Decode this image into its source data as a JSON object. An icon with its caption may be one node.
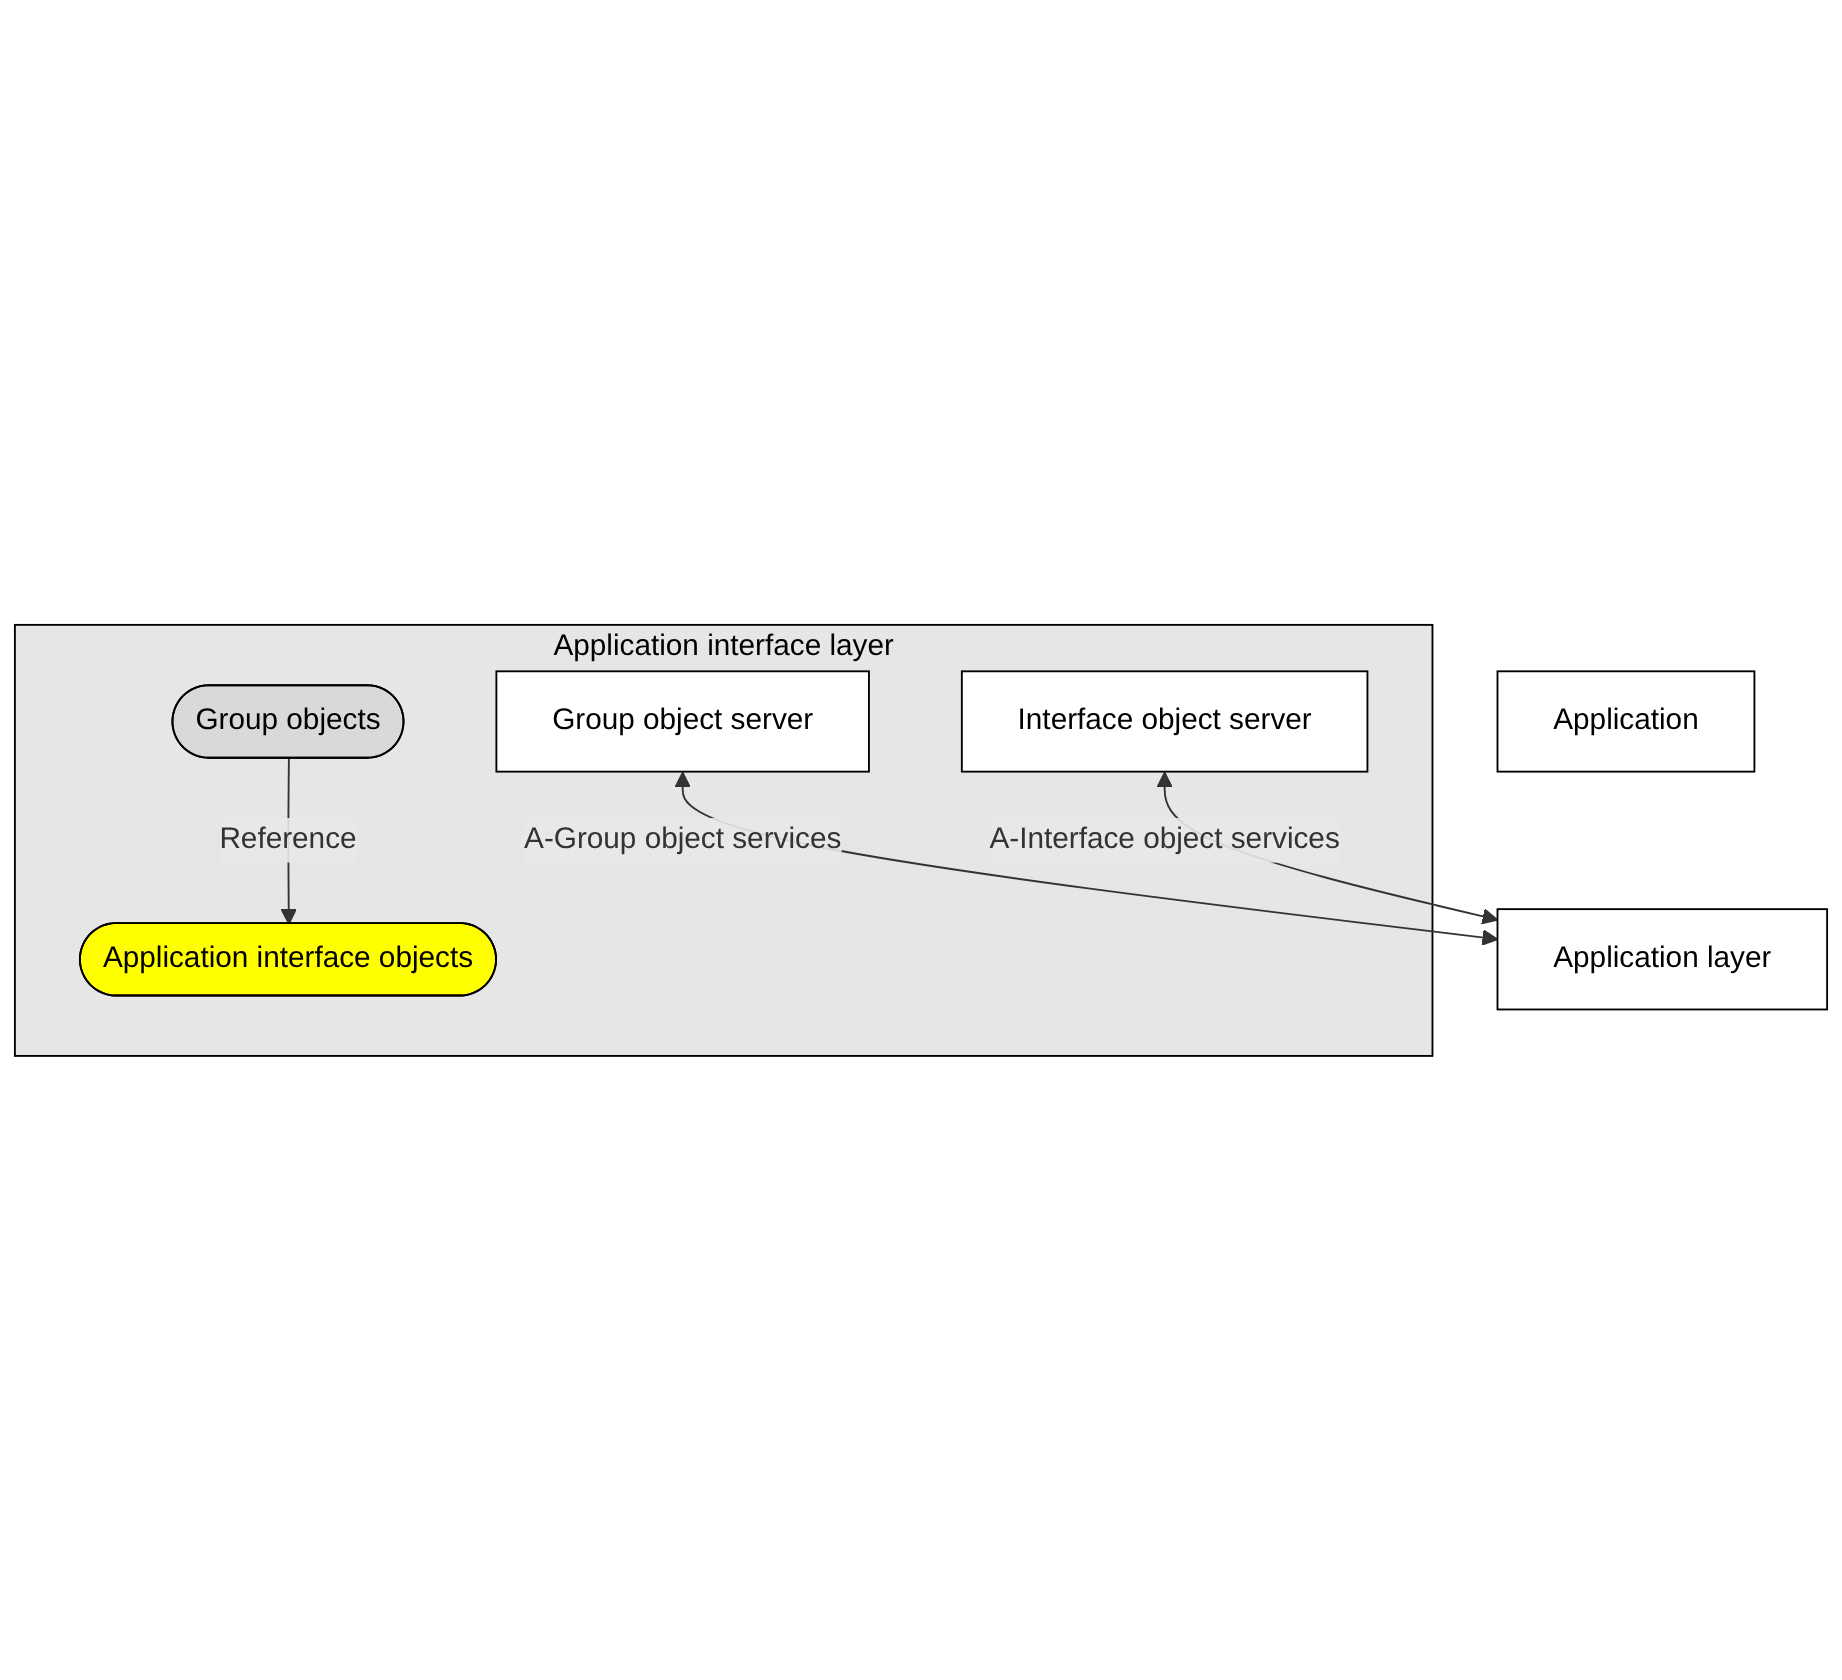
{
  "diagram": {
    "nodes": [
      {
        "text": [
          "Application"
        ]
      },
      {
        "text": [
          "Application interface layer"
        ]
      },
      {
        "text": [
          "Group objects"
        ],
        "in": 1
      },
      {
        "text": [
          "Application interface objects"
        ],
        "in": 1
      },
      {
        "text": [
          "Group object server"
        ],
        "in": 1
      },
      {
        "text": [
          "Interface object server"
        ],
        "in": 1
      },
      {
        "text": [
          "Application layer"
        ]
      }
    ],
    "edges": [
      {
        "from": 2,
        "to": 3,
        "arrow": "to",
        "label": "Reference"
      },
      {
        "from": 4,
        "to": 6,
        "arrow": "both",
        "label": "A-Group object services"
      },
      {
        "from": 5,
        "to": 6,
        "arrow": "both",
        "label": "A-Interface object services"
      }
    ]
  }
}
